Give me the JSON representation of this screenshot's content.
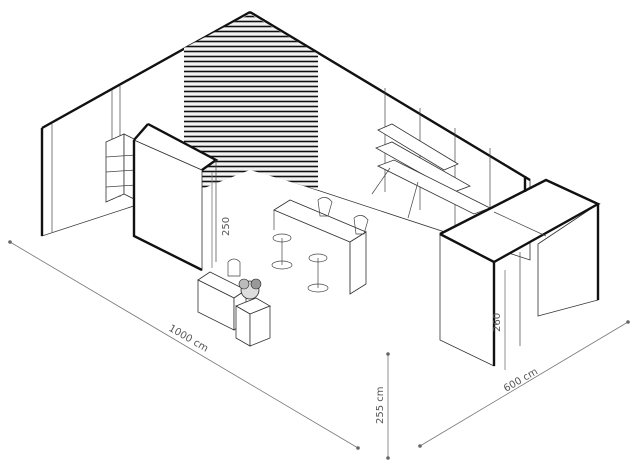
{
  "dimensions": {
    "length": "1000 cm",
    "width": "600 cm",
    "wall_height": "255 cm",
    "panel_height": "250",
    "canopy_height": "260"
  },
  "colors": {
    "line": "#111111",
    "dimension": "#777777",
    "wall": "#ffffff"
  }
}
